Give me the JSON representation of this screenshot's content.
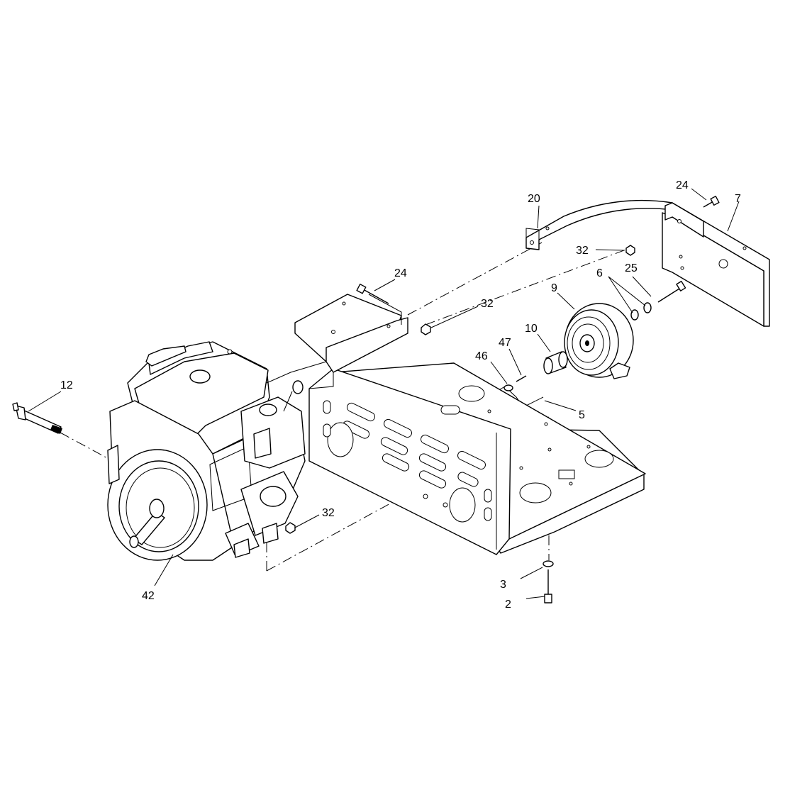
{
  "diagram": {
    "callouts": {
      "c2": "2",
      "c3": "3",
      "c5": "5",
      "c6": "6",
      "c7": "7",
      "c9": "9",
      "c10": "10",
      "c12": "12",
      "c20": "20",
      "c24a": "24",
      "c24b": "24",
      "c25": "25",
      "c32a": "32",
      "c32b": "32",
      "c32c": "32",
      "c42": "42",
      "c46": "46",
      "c47": "47"
    }
  }
}
